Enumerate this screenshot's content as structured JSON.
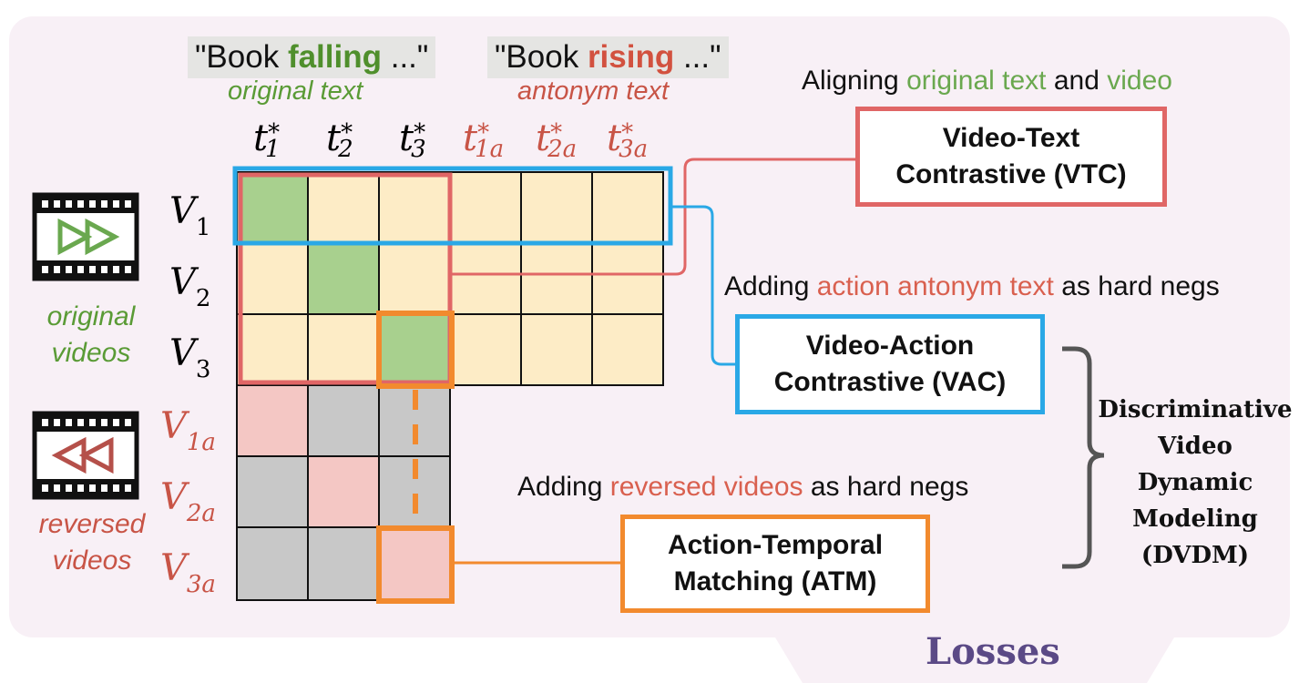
{
  "header": {
    "quote_orig_prefix": "\"Book ",
    "quote_orig_word": "falling",
    "quote_orig_suffix": " ...\"",
    "quote_ant_prefix": "\"Book ",
    "quote_ant_word": "rising",
    "quote_ant_suffix": " ...\"",
    "original_text_label": "original text",
    "antonym_text_label": "antonym text"
  },
  "columns": [
    {
      "base": "t",
      "sub": "1",
      "sup": "*",
      "color": "#111111"
    },
    {
      "base": "t",
      "sub": "2",
      "sup": "*",
      "color": "#111111"
    },
    {
      "base": "t",
      "sub": "3",
      "sup": "*",
      "color": "#111111"
    },
    {
      "base": "t",
      "sub": "1a",
      "sup": "*",
      "color": "#c85446"
    },
    {
      "base": "t",
      "sub": "2a",
      "sup": "*",
      "color": "#c85446"
    },
    {
      "base": "t",
      "sub": "3a",
      "sup": "*",
      "color": "#c85446"
    }
  ],
  "rows": [
    {
      "base": "V",
      "sub": "1",
      "color": "#111111"
    },
    {
      "base": "V",
      "sub": "2",
      "color": "#111111"
    },
    {
      "base": "V",
      "sub": "3",
      "color": "#111111"
    },
    {
      "base": "V",
      "sub": "1a",
      "color": "#c85446"
    },
    {
      "base": "V",
      "sub": "2a",
      "color": "#c85446"
    },
    {
      "base": "V",
      "sub": "3a",
      "color": "#c85446"
    }
  ],
  "side_labels": {
    "original_line1": "original",
    "original_line2": "videos",
    "reversed_line1": "reversed",
    "reversed_line2": "videos"
  },
  "notes": {
    "vtc_prefix": "Aligning ",
    "vtc_green1": "original text",
    "vtc_mid": " and ",
    "vtc_green2": "video",
    "vac_prefix": "Adding ",
    "vac_red": "action antonym text",
    "vac_suffix": " as hard negs",
    "atm_prefix": "Adding ",
    "atm_red": "reversed videos",
    "atm_suffix": " as hard negs"
  },
  "boxes": {
    "vtc_line1": "Video-Text",
    "vtc_line2": "Contrastive (VTC)",
    "vac_line1": "Video-Action",
    "vac_line2": "Contrastive (VAC)",
    "atm_line1": "Action-Temporal",
    "atm_line2": "Matching (ATM)"
  },
  "dvdm": {
    "line1": "Discriminative",
    "line2": "Video",
    "line3": "Dynamic",
    "line4": "Modeling",
    "line5": "(DVDM)"
  },
  "footer": {
    "losses": "Losses"
  },
  "colors": {
    "vtc": "#e06666",
    "vac": "#2aa8e6",
    "atm": "#f28a2e",
    "green": "#6aa84f",
    "red": "#d9604f",
    "cell_yellow": "#fdecc6",
    "cell_green": "#a8d08e",
    "cell_pink": "#f4c7c4",
    "cell_gray": "#c8c8c8"
  }
}
